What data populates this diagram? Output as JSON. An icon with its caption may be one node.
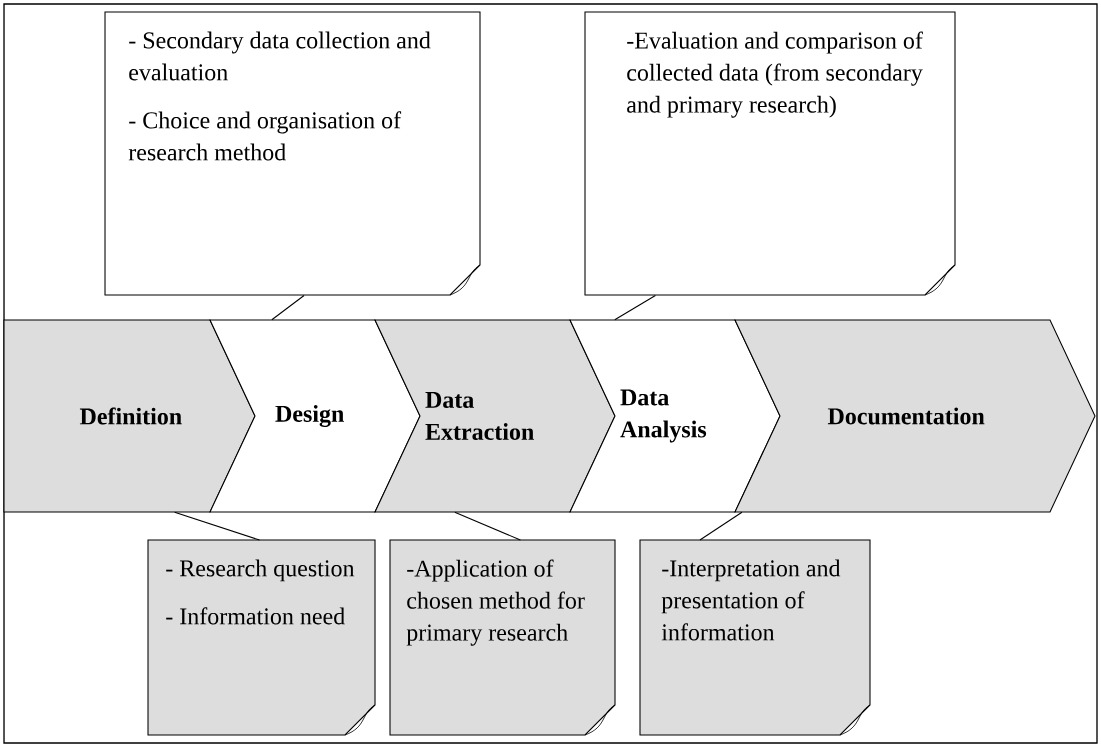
{
  "diagram": {
    "nodes": [
      {
        "text": [
          "Definition"
        ]
      },
      {
        "text": [
          "Design"
        ]
      },
      {
        "text": [
          "Data Extraction"
        ]
      },
      {
        "text": [
          "Data Analysis"
        ]
      },
      {
        "text": [
          "Documentation"
        ]
      },
      {
        "text": [
          "- Secondary data collection and evaluation",
          "- Choice and organisation of research method"
        ]
      },
      {
        "text": [
          "-Evaluation and comparison of collected data (from secondary and primary research)"
        ]
      },
      {
        "text": [
          "- Research question",
          "- Information need"
        ]
      },
      {
        "text": [
          "-Application of chosen method for primary research"
        ]
      },
      {
        "text": [
          "-Interpretation and presentation of information"
        ]
      }
    ],
    "edges": [
      {
        "from": 5,
        "to": 1,
        "arrow": "none"
      },
      {
        "from": 6,
        "to": 3,
        "arrow": "none"
      },
      {
        "from": 7,
        "to": 0,
        "arrow": "none"
      },
      {
        "from": 8,
        "to": 2,
        "arrow": "none"
      },
      {
        "from": 9,
        "to": 4,
        "arrow": "none"
      }
    ]
  }
}
